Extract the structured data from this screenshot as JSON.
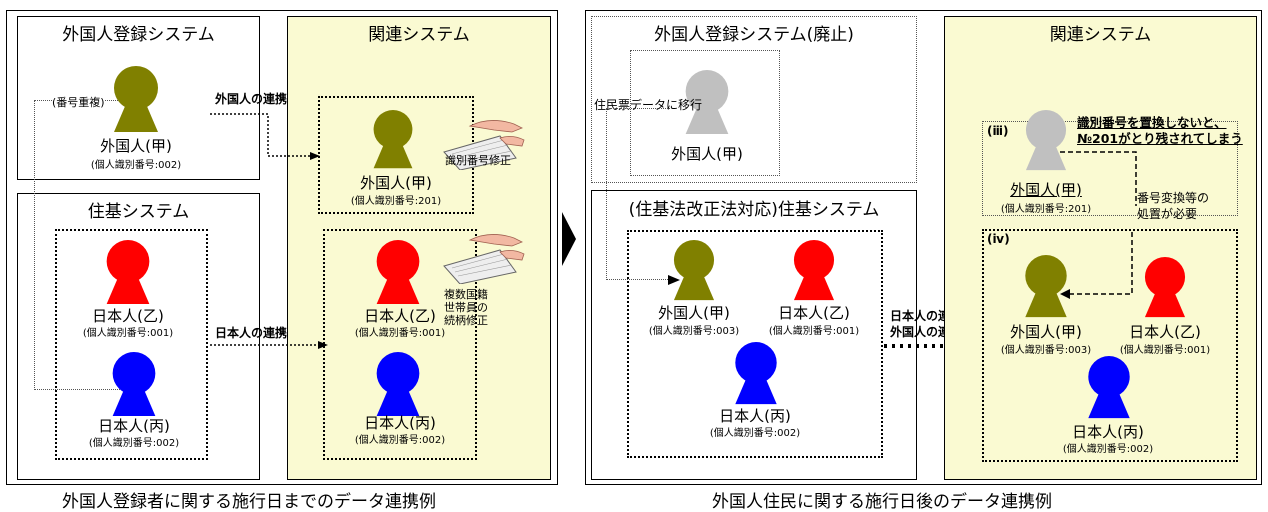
{
  "colors": {
    "olive": "#808000",
    "red": "#ff0000",
    "blue": "#0000ff",
    "gray": "#c0c0c0",
    "panel": "#fafad2"
  },
  "left": {
    "alien_system_title": "外国人登録システム",
    "related_system_title": "関連システム",
    "juki_system_title": "住基システム",
    "duplicate_note": "(番号重複)",
    "alien_link": "外国人の連携",
    "japanese_link": "日本人の連携",
    "keyboard_note_1": "識別番号修正",
    "keyboard_note_2": "複数国籍世帯員の続柄修正",
    "people": {
      "alien_a": {
        "name": "外国人(甲)",
        "id": "(個人識別番号:002)"
      },
      "related_alien_a": {
        "name": "外国人(甲)",
        "id": "(個人識別番号:201)"
      },
      "jp_b": {
        "name": "日本人(乙)",
        "id": "(個人識別番号:001)"
      },
      "jp_c": {
        "name": "日本人(丙)",
        "id": "(個人識別番号:002)"
      },
      "related_jp_b": {
        "name": "日本人(乙)",
        "id": "(個人識別番号:001)"
      },
      "related_jp_c": {
        "name": "日本人(丙)",
        "id": "(個人識別番号:002)"
      }
    },
    "caption": "外国人登録者に関する施行日までのデータ連携例"
  },
  "right": {
    "alien_system_title": "外国人登録システム(廃止)",
    "related_system_title": "関連システム",
    "juki_system_title": "(住基法改正法対応)住基システム",
    "migrate_note": "住民票データに移行",
    "iii": "(ⅲ)",
    "iv": "(ⅳ)",
    "warn_line1": "識別番号を置換しないと、",
    "warn_line2": "№201がとり残されてしまう",
    "need_line1": "番号変換等の",
    "need_line2": "処置が必要",
    "japanese_link": "日本人の連携",
    "alien_link": "外国人の連携",
    "people": {
      "abolished_alien": {
        "name": "外国人(甲)"
      },
      "juki_alien_a": {
        "name": "外国人(甲)",
        "id": "(個人識別番号:003)"
      },
      "juki_jp_b": {
        "name": "日本人(乙)",
        "id": "(個人識別番号:001)"
      },
      "juki_jp_c": {
        "name": "日本人(丙)",
        "id": "(個人識別番号:002)"
      },
      "iii_alien_a": {
        "name": "外国人(甲)",
        "id": "(個人識別番号:201)"
      },
      "iv_alien_a": {
        "name": "外国人(甲)",
        "id": "(個人識別番号:003)"
      },
      "iv_jp_b": {
        "name": "日本人(乙)",
        "id": "(個人識別番号:001)"
      },
      "iv_jp_c": {
        "name": "日本人(丙)",
        "id": "(個人識別番号:002)"
      }
    },
    "caption": "外国人住民に関する施行日後のデータ連携例"
  }
}
